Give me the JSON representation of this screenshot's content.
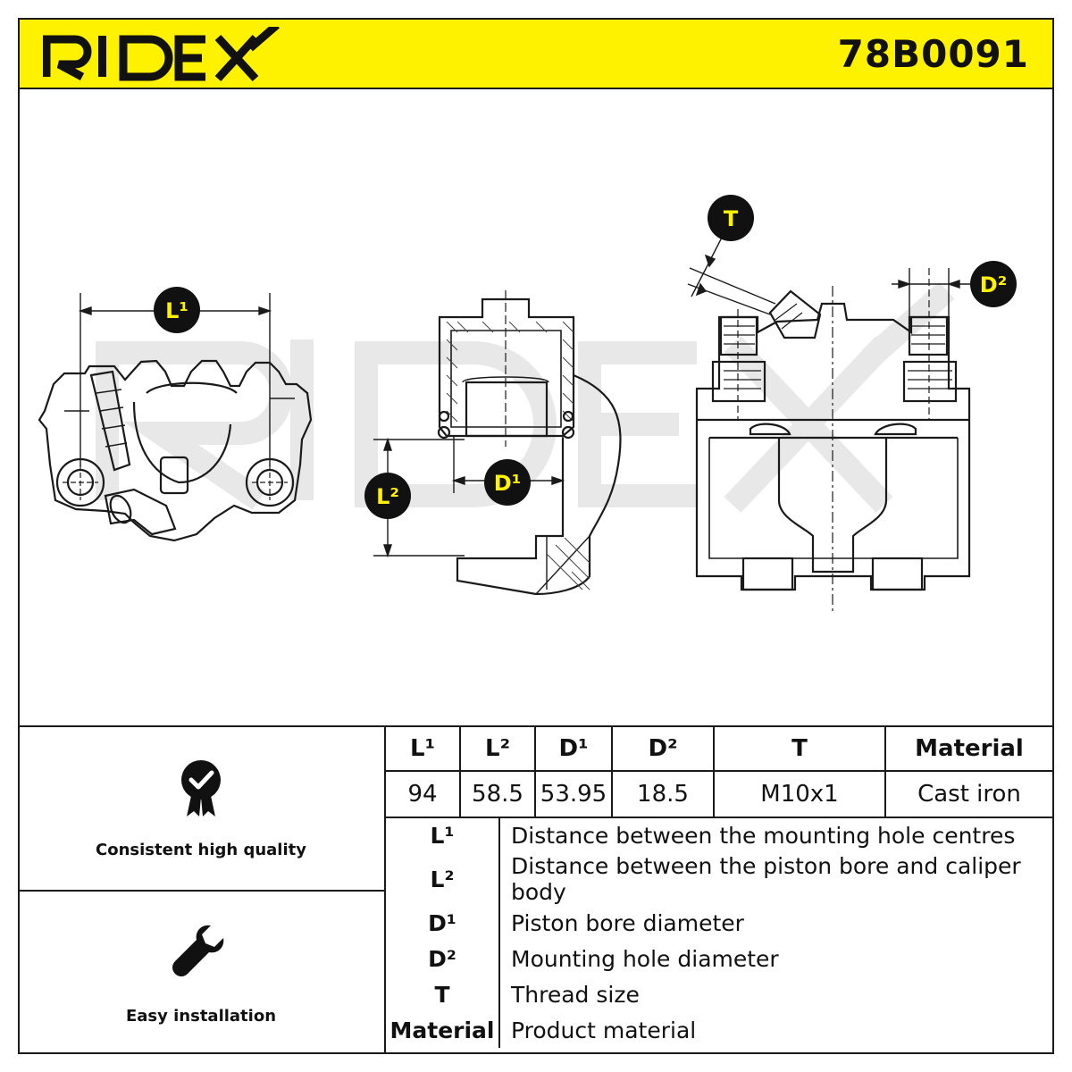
{
  "header": {
    "brand": "RIDEX",
    "part_number": "78B0091"
  },
  "diagram": {
    "watermark": "RIDEX",
    "labels": {
      "L1": "L¹",
      "L2": "L²",
      "D1": "D¹",
      "D2": "D²",
      "T": "T"
    }
  },
  "features": [
    {
      "icon": "quality-badge-icon",
      "caption": "Consistent high quality"
    },
    {
      "icon": "wrench-icon",
      "caption": "Easy installation"
    }
  ],
  "specs": {
    "headers": [
      "L¹",
      "L²",
      "D¹",
      "D²",
      "T",
      "Material"
    ],
    "values": [
      "94",
      "58.5",
      "53.95",
      "18.5",
      "M10x1",
      "Cast iron"
    ]
  },
  "legend": [
    {
      "symbol": "L¹",
      "description": "Distance between the mounting hole centres"
    },
    {
      "symbol": "L²",
      "description": "Distance between the piston bore and caliper body"
    },
    {
      "symbol": "D¹",
      "description": "Piston bore diameter"
    },
    {
      "symbol": "D²",
      "description": "Mounting hole diameter"
    },
    {
      "symbol": "T",
      "description": "Thread size"
    },
    {
      "symbol": "Material",
      "description": "Product material"
    }
  ],
  "colors": {
    "brand_yellow": "#fff200",
    "ink": "#1a1a1a",
    "watermark": "#e6e6e6"
  }
}
